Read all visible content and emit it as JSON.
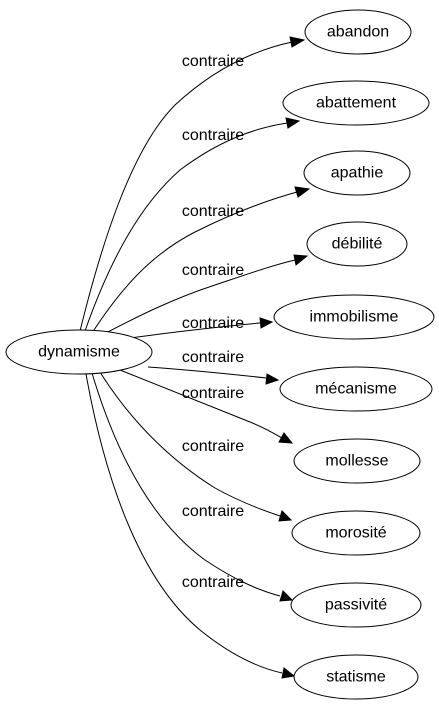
{
  "source": {
    "label": "dynamisme"
  },
  "edge_label": "contraire",
  "targets": [
    {
      "label": "abandon"
    },
    {
      "label": "abattement"
    },
    {
      "label": "apathie"
    },
    {
      "label": "débilité"
    },
    {
      "label": "immobilisme"
    },
    {
      "label": "mécanisme"
    },
    {
      "label": "mollesse"
    },
    {
      "label": "morosité"
    },
    {
      "label": "passivité"
    },
    {
      "label": "statisme"
    }
  ]
}
